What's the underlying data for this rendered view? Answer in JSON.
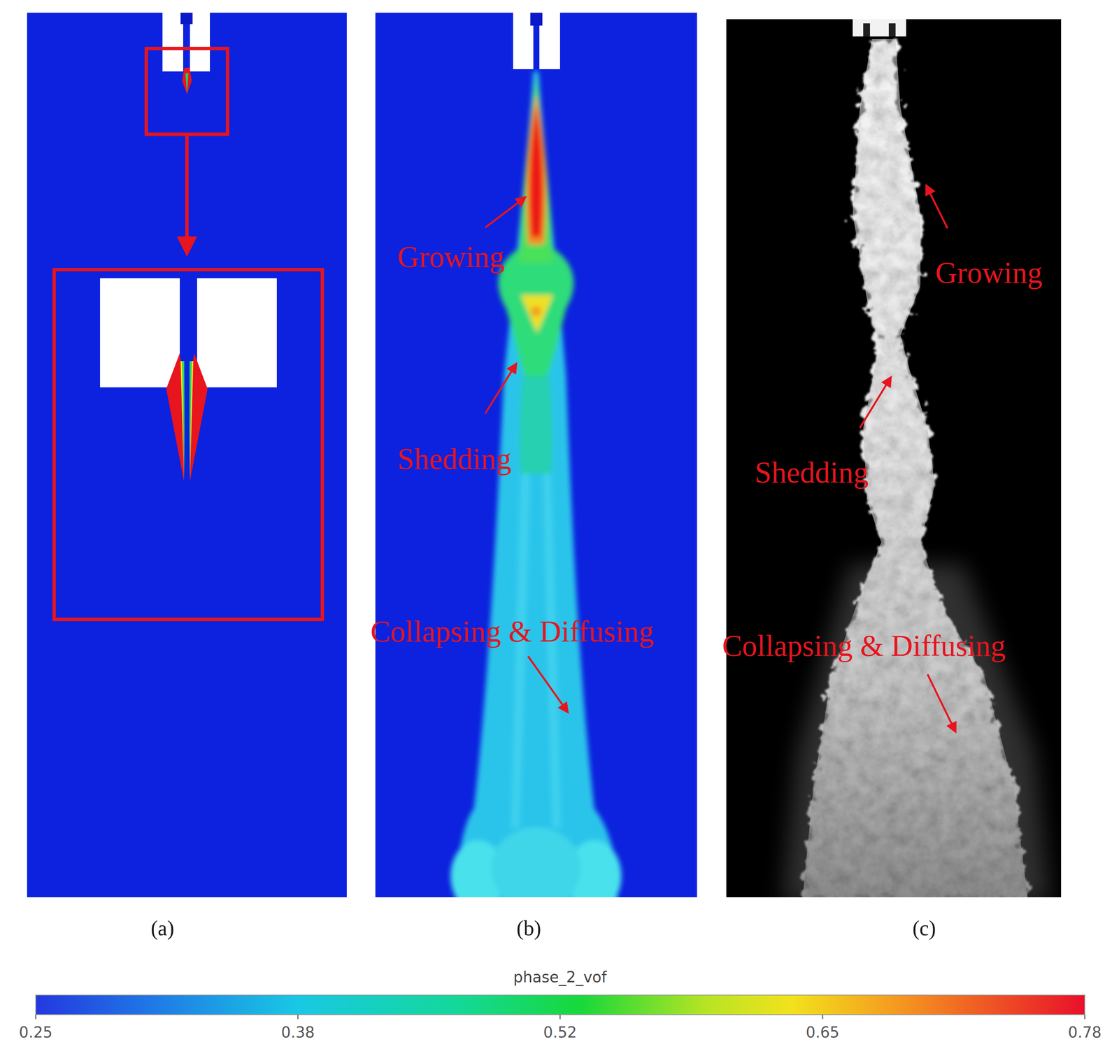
{
  "diagram": {
    "labels": [
      "Growing",
      "Growing",
      "Shedding",
      "Shedding",
      "Collapsing & Diffusing",
      "Collapsing & Diffusing",
      "(a)",
      "(b)",
      "(c)",
      "phase_2_vof",
      "0.25",
      "0.38",
      "0.52",
      "0.65",
      "0.78"
    ]
  }
}
